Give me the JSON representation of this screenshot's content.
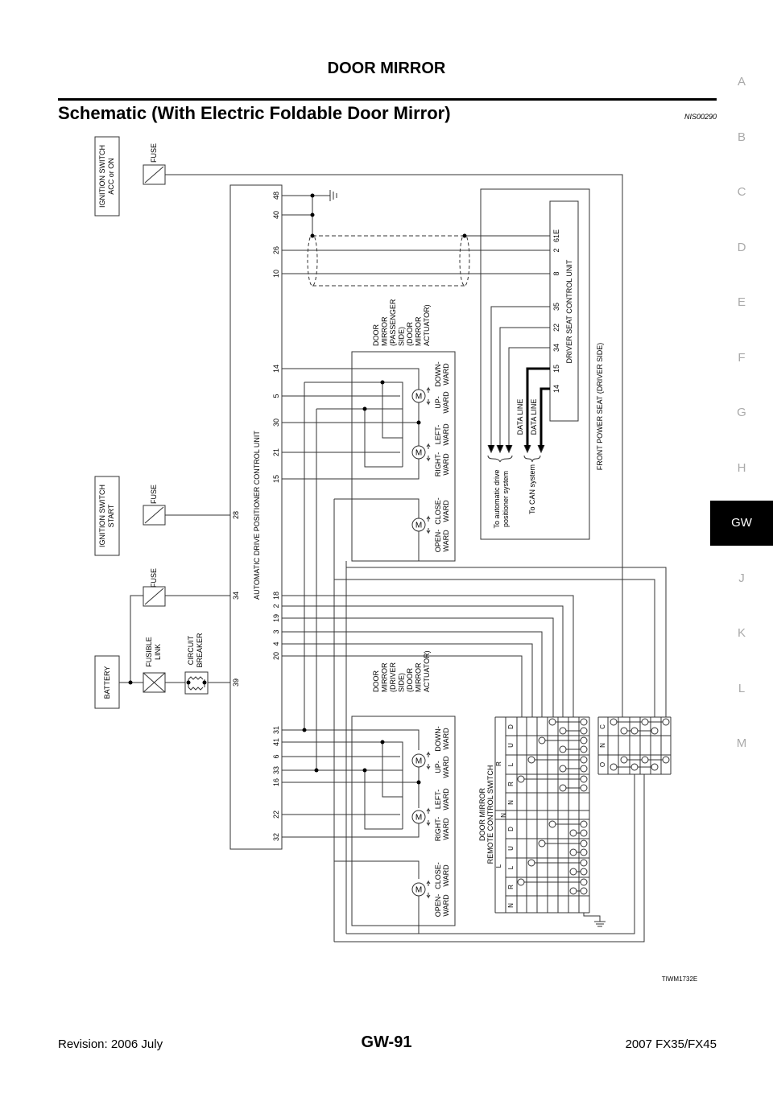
{
  "header": {
    "section_title": "DOOR MIRROR",
    "page_title": "Schematic (With Electric Foldable Door Mirror)",
    "code": "NIS00290"
  },
  "side_tabs": {
    "items": [
      "A",
      "B",
      "C",
      "D",
      "E",
      "F",
      "G",
      "H",
      "GW",
      "J",
      "K",
      "L",
      "M"
    ],
    "active": "GW"
  },
  "diagram": {
    "ign_acc": [
      "IGNITION SWITCH",
      "ACC or ON"
    ],
    "ign_start": [
      "IGNITION SWITCH",
      "START"
    ],
    "battery": "BATTERY",
    "fuse": "FUSE",
    "fusible_link": [
      "FUSIBLE",
      "LINK"
    ],
    "circuit_breaker": [
      "CIRCUIT",
      "BREAKER"
    ],
    "control_unit": "AUTOMATIC DRIVE POSITIONER CONTROL UNIT",
    "cu_pins_right": [
      "48",
      "40",
      "26",
      "10",
      "14",
      "5",
      "30",
      "21",
      "15",
      "18",
      "2",
      "19",
      "3",
      "4",
      "20",
      "41",
      "31",
      "6",
      "33",
      "16",
      "22",
      "32"
    ],
    "cu_pins_left": [
      "28",
      "34",
      "39"
    ],
    "passenger_mirror": [
      "DOOR",
      "MIRROR",
      "(PASSENGER",
      "SIDE)",
      "(DOOR",
      "MIRROR",
      "ACTUATOR)"
    ],
    "driver_mirror": [
      "DOOR",
      "MIRROR",
      "(DRIVER",
      "SIDE)",
      "(DOOR",
      "MIRROR",
      "ACTUATOR)"
    ],
    "directions": [
      [
        "DOWN-",
        "WARD"
      ],
      [
        "UP-",
        "WARD"
      ],
      [
        "LEFT-",
        "WARD"
      ],
      [
        "RIGHT-",
        "WARD"
      ],
      [
        "CLOSE-",
        "WARD"
      ],
      [
        "OPEN-",
        "WARD"
      ]
    ],
    "motor_symbol": "M",
    "seat_unit": "DRIVER SEAT CONTROL UNIT",
    "seat_pins": [
      "61E",
      "2",
      "8",
      "35",
      "22",
      "34",
      "15",
      "14"
    ],
    "front_power_seat": "FRONT POWER SEAT (DRIVER SIDE)",
    "data_line": "DATA LINE",
    "to_auto": [
      "To automatic drive",
      "positioner system"
    ],
    "to_can": "To CAN system",
    "switch_title": [
      "DOOR MIRROR",
      "REMOTE CONTROL SWITCH"
    ],
    "switch_groups": [
      "R",
      "N",
      "L"
    ],
    "switch_rows": [
      "D",
      "U",
      "L",
      "R",
      "N"
    ],
    "switch2_rows": [
      "C",
      "N",
      "O"
    ],
    "figure_id": "TIWM1732E"
  },
  "footer": {
    "revision": "Revision: 2006 July",
    "page": "GW-91",
    "model": "2007 FX35/FX45"
  }
}
